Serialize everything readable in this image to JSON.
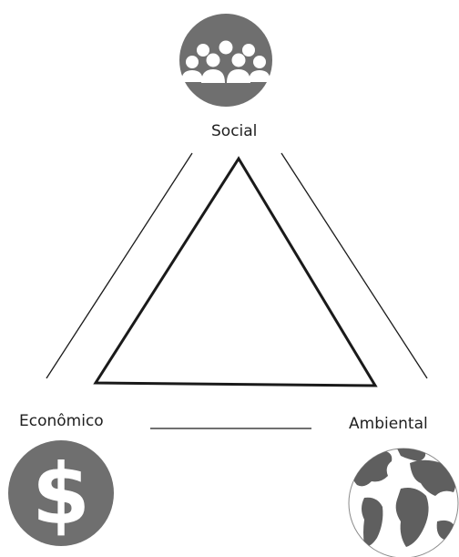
{
  "labels": {
    "social": "Social",
    "economico": "Econômico",
    "ambiental": "Ambiental"
  },
  "icons": {
    "social": "people-group-icon",
    "economico": "dollar-icon",
    "ambiental": "globe-icon"
  },
  "colors": {
    "icon_fill": "#6f6f6f",
    "line": "#1a1a1a",
    "text": "#1f1f1f"
  }
}
